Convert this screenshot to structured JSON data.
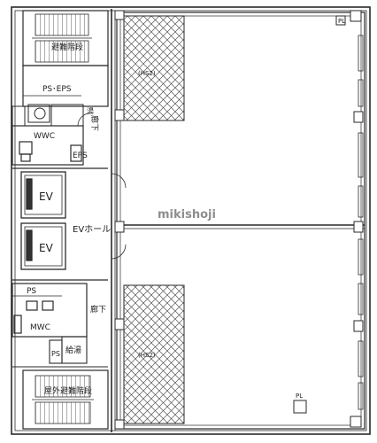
{
  "watermark": "mikishoji",
  "colors": {
    "line": "#2a2a2a",
    "hatch": "#555555",
    "watermark": "#8e8e8e",
    "background": "#ffffff"
  },
  "labels": {
    "stair_top": "避難階段",
    "ps_eps": "PS･EPS",
    "kitchen": "湯",
    "corridor_top": "廊下",
    "wc_top": "WWC",
    "eps_small": "EPS",
    "ev_1": "EV",
    "ev_2": "EV",
    "ev_hall": "EVホール",
    "ps_bottom": "PS",
    "corridor_bottom": "廊下",
    "mwc": "MWC",
    "ps_small": "PS",
    "supply": "給湯",
    "stair_bottom": "屋外避難階段",
    "void_top": "(HS2)",
    "void_bottom": "(HS2)",
    "corner_top": "PL",
    "corner_bottom": "PL"
  }
}
